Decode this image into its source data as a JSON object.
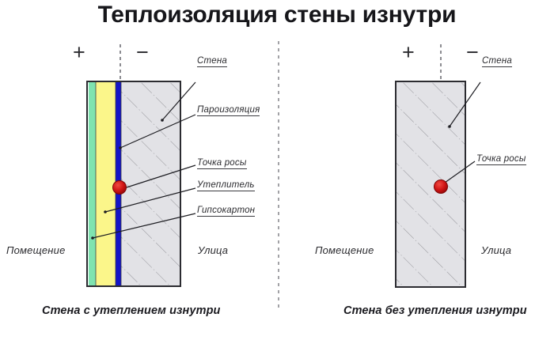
{
  "title": "Теплоизоляция стены изнутри",
  "signs": {
    "warm": "+",
    "cold": "−"
  },
  "colors": {
    "gypsum": "#7fe3b0",
    "insulation": "#fbf68a",
    "vapor_barrier": "#1414c8",
    "wall_fill": "#e2e2e6",
    "dew_point": "#cc0d0d",
    "outline": "#2b2b30",
    "hatch": "#9a9aa0",
    "title": "#16161a"
  },
  "left_diagram": {
    "caption": "Стена с утеплением изнутри",
    "side_labels": {
      "inside": "Помещение",
      "outside": "Улица"
    },
    "signs": {
      "warm": "+",
      "cold": "−"
    },
    "callouts": [
      {
        "id": "wall",
        "label": "Стена"
      },
      {
        "id": "vapor-barrier",
        "label": "Пароизоляция"
      },
      {
        "id": "dew-point",
        "label": "Точка росы"
      },
      {
        "id": "insulation",
        "label": "Утеплитель"
      },
      {
        "id": "drywall",
        "label": "Гипсокартон"
      }
    ],
    "layers": [
      {
        "id": "drywall",
        "name": "Гипсокартон",
        "color": "#7fe3b0"
      },
      {
        "id": "insulation",
        "name": "Утеплитель",
        "color": "#fbf68a"
      },
      {
        "id": "vapor-barrier",
        "name": "Пароизоляция",
        "color": "#1414c8"
      },
      {
        "id": "wall",
        "name": "Стена",
        "color": "#e2e2e6"
      }
    ]
  },
  "right_diagram": {
    "caption": "Стена без утепления изнутри",
    "side_labels": {
      "inside": "Помещение",
      "outside": "Улица"
    },
    "signs": {
      "warm": "+",
      "cold": "−"
    },
    "callouts": [
      {
        "id": "wall",
        "label": "Стена"
      },
      {
        "id": "dew-point",
        "label": "Точка росы"
      }
    ],
    "layers": [
      {
        "id": "wall",
        "name": "Стена",
        "color": "#e2e2e6"
      }
    ]
  }
}
